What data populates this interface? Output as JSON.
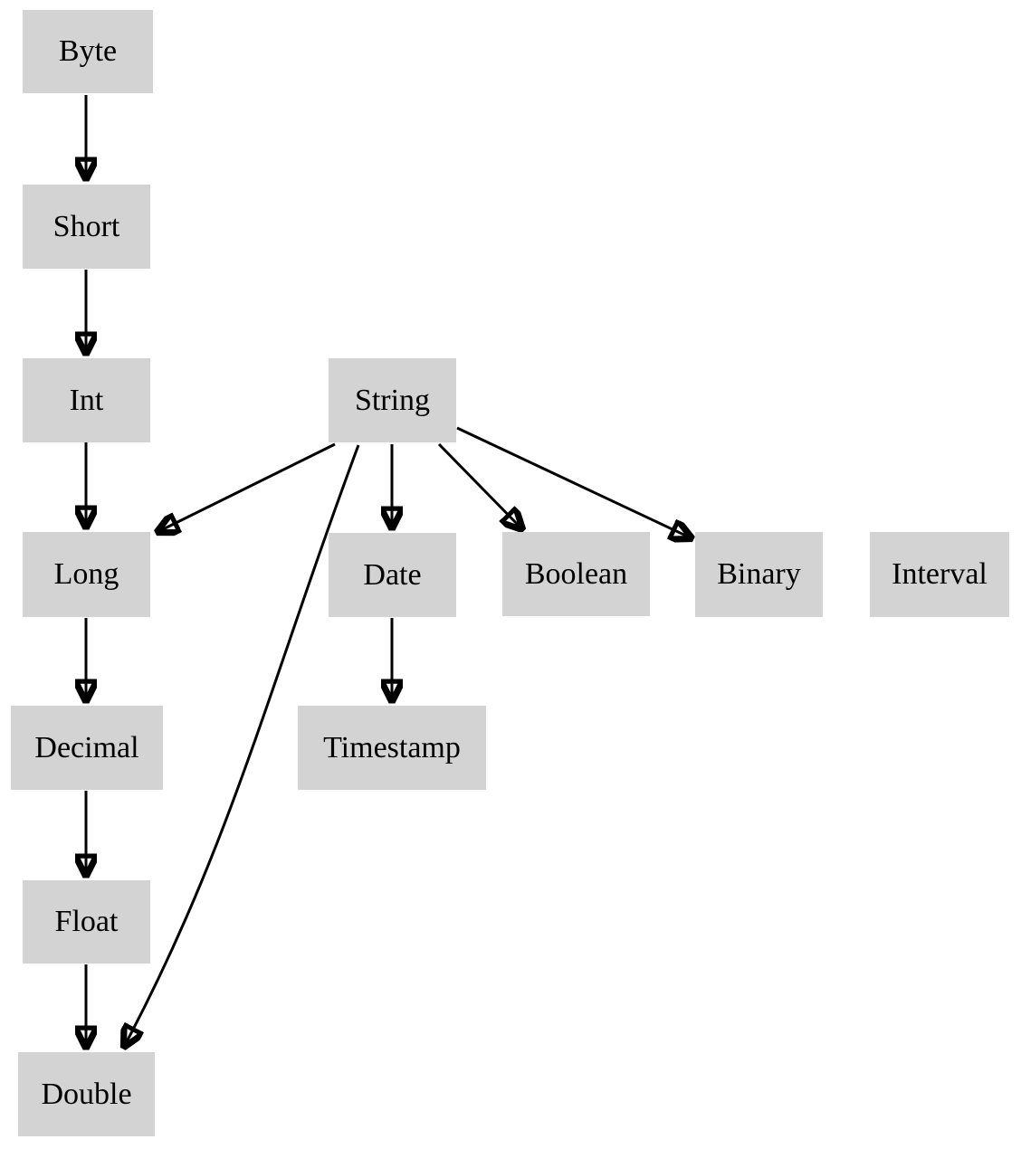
{
  "diagram": {
    "type": "directed-graph",
    "description_colors": {
      "background": "#ffffff",
      "node_fill": "#d3d3d3",
      "node_text": "#000000",
      "edge_stroke": "#000000"
    },
    "nodes": [
      {
        "id": "byte",
        "label": "Byte"
      },
      {
        "id": "short",
        "label": "Short"
      },
      {
        "id": "int",
        "label": "Int"
      },
      {
        "id": "string",
        "label": "String"
      },
      {
        "id": "long",
        "label": "Long"
      },
      {
        "id": "date",
        "label": "Date"
      },
      {
        "id": "boolean",
        "label": "Boolean"
      },
      {
        "id": "binary",
        "label": "Binary"
      },
      {
        "id": "interval",
        "label": "Interval"
      },
      {
        "id": "decimal",
        "label": "Decimal"
      },
      {
        "id": "timestamp",
        "label": "Timestamp"
      },
      {
        "id": "float",
        "label": "Float"
      },
      {
        "id": "double",
        "label": "Double"
      }
    ],
    "edges": [
      {
        "from": "Byte",
        "to": "Short"
      },
      {
        "from": "Short",
        "to": "Int"
      },
      {
        "from": "Int",
        "to": "Long"
      },
      {
        "from": "Long",
        "to": "Decimal"
      },
      {
        "from": "Decimal",
        "to": "Float"
      },
      {
        "from": "Float",
        "to": "Double"
      },
      {
        "from": "String",
        "to": "Long"
      },
      {
        "from": "String",
        "to": "Date"
      },
      {
        "from": "String",
        "to": "Boolean"
      },
      {
        "from": "String",
        "to": "Binary"
      },
      {
        "from": "String",
        "to": "Double"
      },
      {
        "from": "Date",
        "to": "Timestamp"
      }
    ]
  }
}
